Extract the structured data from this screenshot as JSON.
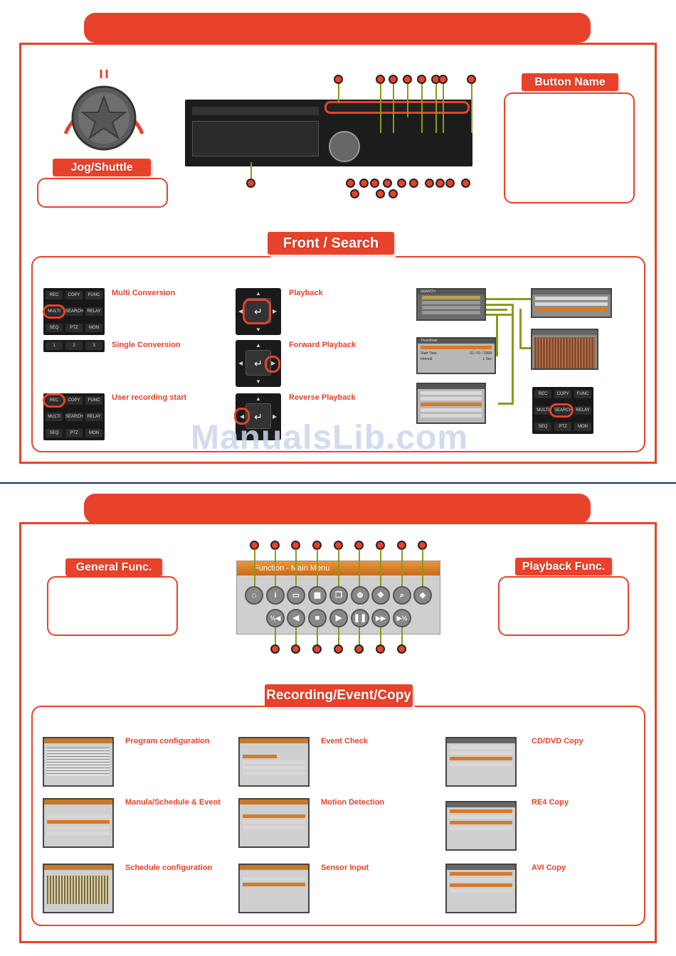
{
  "section1": {
    "jog_tab": "Jog/Shuttle",
    "button_name_tab": "Button Name",
    "front_search_tab": "Front / Search",
    "items": [
      {
        "label": "Multi Conversion"
      },
      {
        "label": "Single Conversion"
      },
      {
        "label": "User recording start"
      },
      {
        "label": "Playback"
      },
      {
        "label": "Forward Playback"
      },
      {
        "label": "Reverse Playback"
      }
    ],
    "keys_multi": [
      "REC",
      "COPY",
      "FUNC",
      "MULTI",
      "SEARCH",
      "RELAY",
      "SEQ",
      "PTZ",
      "MON"
    ],
    "keys_single": [
      "1",
      "2",
      "3"
    ],
    "search_menu_title": "SEARCH",
    "thumbnail_title": "Thumbnail",
    "thumbnail_rows": [
      "Start Time",
      "Interval"
    ],
    "thumbnail_values": [
      "01 / 01 / 2008",
      "1 Sec"
    ]
  },
  "section2": {
    "general_tab": "General Func.",
    "playback_tab": "Playback Func.",
    "panel_title": "Function - Main Menu",
    "recording_tab": "Recording/Event/Copy",
    "items": [
      {
        "label": "Program configuration"
      },
      {
        "label": "Manula/Schedule & Event"
      },
      {
        "label": "Schedule configuration"
      },
      {
        "label": "Event Check"
      },
      {
        "label": "Motion Detection"
      },
      {
        "label": "Sensor Input"
      },
      {
        "label": "CD/DVD Copy"
      },
      {
        "label": "RE4 Copy"
      },
      {
        "label": "AVI Copy"
      }
    ]
  },
  "watermark": "ManualsLib.com",
  "colors": {
    "accent": "#e8422a",
    "connector": "#8a9a1a",
    "divider": "#1a2a6a"
  }
}
